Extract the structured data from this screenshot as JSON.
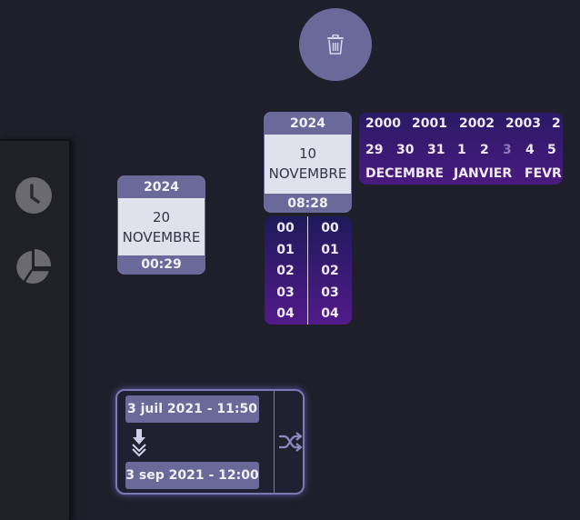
{
  "icons": {
    "trash": "trash-icon",
    "clock": "clock-icon",
    "pie": "pie-chart-icon",
    "arrows_down": "double-arrow-down-icon",
    "shuffle": "shuffle-icon"
  },
  "colors": {
    "background": "#1e1f2a",
    "accent": "#6a6a9a",
    "picker_gradient_top": "#2a1a66",
    "picker_gradient_bottom": "#4a1a80"
  },
  "card1": {
    "year": "2024",
    "day": "20",
    "month": "NOVEMBRE",
    "time": "00:29"
  },
  "card2": {
    "year": "2024",
    "day": "10",
    "month": "NOVEMBRE",
    "time": "08:28"
  },
  "picker": {
    "years": [
      "2000",
      "2001",
      "2002",
      "2003",
      "2"
    ],
    "days": [
      "29",
      "30",
      "31",
      "1",
      "2",
      "3",
      "4",
      "5"
    ],
    "months": [
      "DECEMBRE",
      "JANVIER",
      "FEVR"
    ]
  },
  "time_picker": {
    "hours": [
      "00",
      "01",
      "02",
      "03",
      "04"
    ],
    "minutes": [
      "00",
      "01",
      "02",
      "03",
      "04"
    ]
  },
  "range": {
    "start": "3 juil 2021 - 11:50",
    "end": "3 sep 2021 - 12:00"
  }
}
